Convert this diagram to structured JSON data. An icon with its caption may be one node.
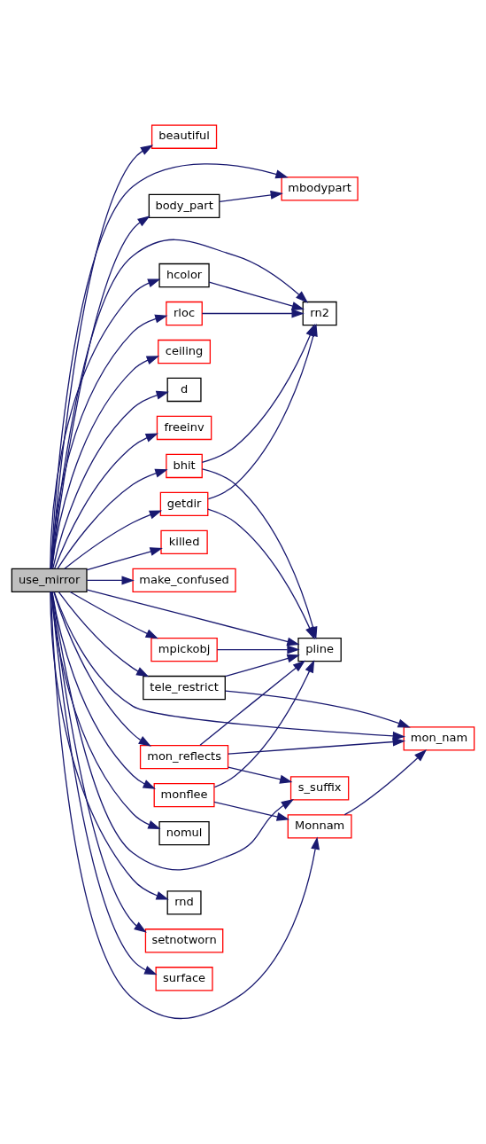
{
  "diagram": {
    "nodes": [
      {
        "text": [
          "use_mirror"
        ]
      },
      {
        "text": [
          "beautiful"
        ]
      },
      {
        "text": [
          "mbodypart"
        ]
      },
      {
        "text": [
          "body_part"
        ]
      },
      {
        "text": [
          "hcolor"
        ]
      },
      {
        "text": [
          "rn2"
        ]
      },
      {
        "text": [
          "rloc"
        ]
      },
      {
        "text": [
          "ceiling"
        ]
      },
      {
        "text": [
          "d"
        ]
      },
      {
        "text": [
          "freeinv"
        ]
      },
      {
        "text": [
          "bhit"
        ]
      },
      {
        "text": [
          "getdir"
        ]
      },
      {
        "text": [
          "killed"
        ]
      },
      {
        "text": [
          "make_confused"
        ]
      },
      {
        "text": [
          "pline"
        ]
      },
      {
        "text": [
          "mpickobj"
        ]
      },
      {
        "text": [
          "tele_restrict"
        ]
      },
      {
        "text": [
          "mon_nam"
        ]
      },
      {
        "text": [
          "mon_reflects"
        ]
      },
      {
        "text": [
          "s_suffix"
        ]
      },
      {
        "text": [
          "monflee"
        ]
      },
      {
        "text": [
          "Monnam"
        ]
      },
      {
        "text": [
          "nomul"
        ]
      },
      {
        "text": [
          "rnd"
        ]
      },
      {
        "text": [
          "setnotworn"
        ]
      },
      {
        "text": [
          "surface"
        ]
      }
    ],
    "edges": [
      {
        "from": 0,
        "to": 1,
        "arrow": "to"
      },
      {
        "from": 0,
        "to": 2,
        "arrow": "to"
      },
      {
        "from": 0,
        "to": 3,
        "arrow": "to"
      },
      {
        "from": 3,
        "to": 2,
        "arrow": "to"
      },
      {
        "from": 0,
        "to": 5,
        "arrow": "to"
      },
      {
        "from": 0,
        "to": 4,
        "arrow": "to"
      },
      {
        "from": 4,
        "to": 5,
        "arrow": "to"
      },
      {
        "from": 0,
        "to": 6,
        "arrow": "to"
      },
      {
        "from": 6,
        "to": 5,
        "arrow": "to"
      },
      {
        "from": 0,
        "to": 7,
        "arrow": "to"
      },
      {
        "from": 0,
        "to": 8,
        "arrow": "to"
      },
      {
        "from": 0,
        "to": 9,
        "arrow": "to"
      },
      {
        "from": 0,
        "to": 10,
        "arrow": "to"
      },
      {
        "from": 10,
        "to": 5,
        "arrow": "to"
      },
      {
        "from": 10,
        "to": 14,
        "arrow": "to"
      },
      {
        "from": 0,
        "to": 11,
        "arrow": "to"
      },
      {
        "from": 11,
        "to": 5,
        "arrow": "to"
      },
      {
        "from": 11,
        "to": 14,
        "arrow": "to"
      },
      {
        "from": 0,
        "to": 12,
        "arrow": "to"
      },
      {
        "from": 0,
        "to": 13,
        "arrow": "to"
      },
      {
        "from": 0,
        "to": 14,
        "arrow": "to"
      },
      {
        "from": 0,
        "to": 15,
        "arrow": "to"
      },
      {
        "from": 15,
        "to": 14,
        "arrow": "to"
      },
      {
        "from": 0,
        "to": 16,
        "arrow": "to"
      },
      {
        "from": 16,
        "to": 14,
        "arrow": "to"
      },
      {
        "from": 16,
        "to": 17,
        "arrow": "to"
      },
      {
        "from": 0,
        "to": 17,
        "arrow": "to"
      },
      {
        "from": 0,
        "to": 18,
        "arrow": "to"
      },
      {
        "from": 18,
        "to": 14,
        "arrow": "to"
      },
      {
        "from": 18,
        "to": 17,
        "arrow": "to"
      },
      {
        "from": 18,
        "to": 19,
        "arrow": "to"
      },
      {
        "from": 0,
        "to": 20,
        "arrow": "to"
      },
      {
        "from": 20,
        "to": 14,
        "arrow": "to"
      },
      {
        "from": 20,
        "to": 21,
        "arrow": "to"
      },
      {
        "from": 21,
        "to": 17,
        "arrow": "to"
      },
      {
        "from": 0,
        "to": 22,
        "arrow": "to"
      },
      {
        "from": 0,
        "to": 19,
        "arrow": "to"
      },
      {
        "from": 0,
        "to": 23,
        "arrow": "to"
      },
      {
        "from": 0,
        "to": 24,
        "arrow": "to"
      },
      {
        "from": 0,
        "to": 25,
        "arrow": "to"
      },
      {
        "from": 0,
        "to": 21,
        "arrow": "to"
      }
    ]
  }
}
